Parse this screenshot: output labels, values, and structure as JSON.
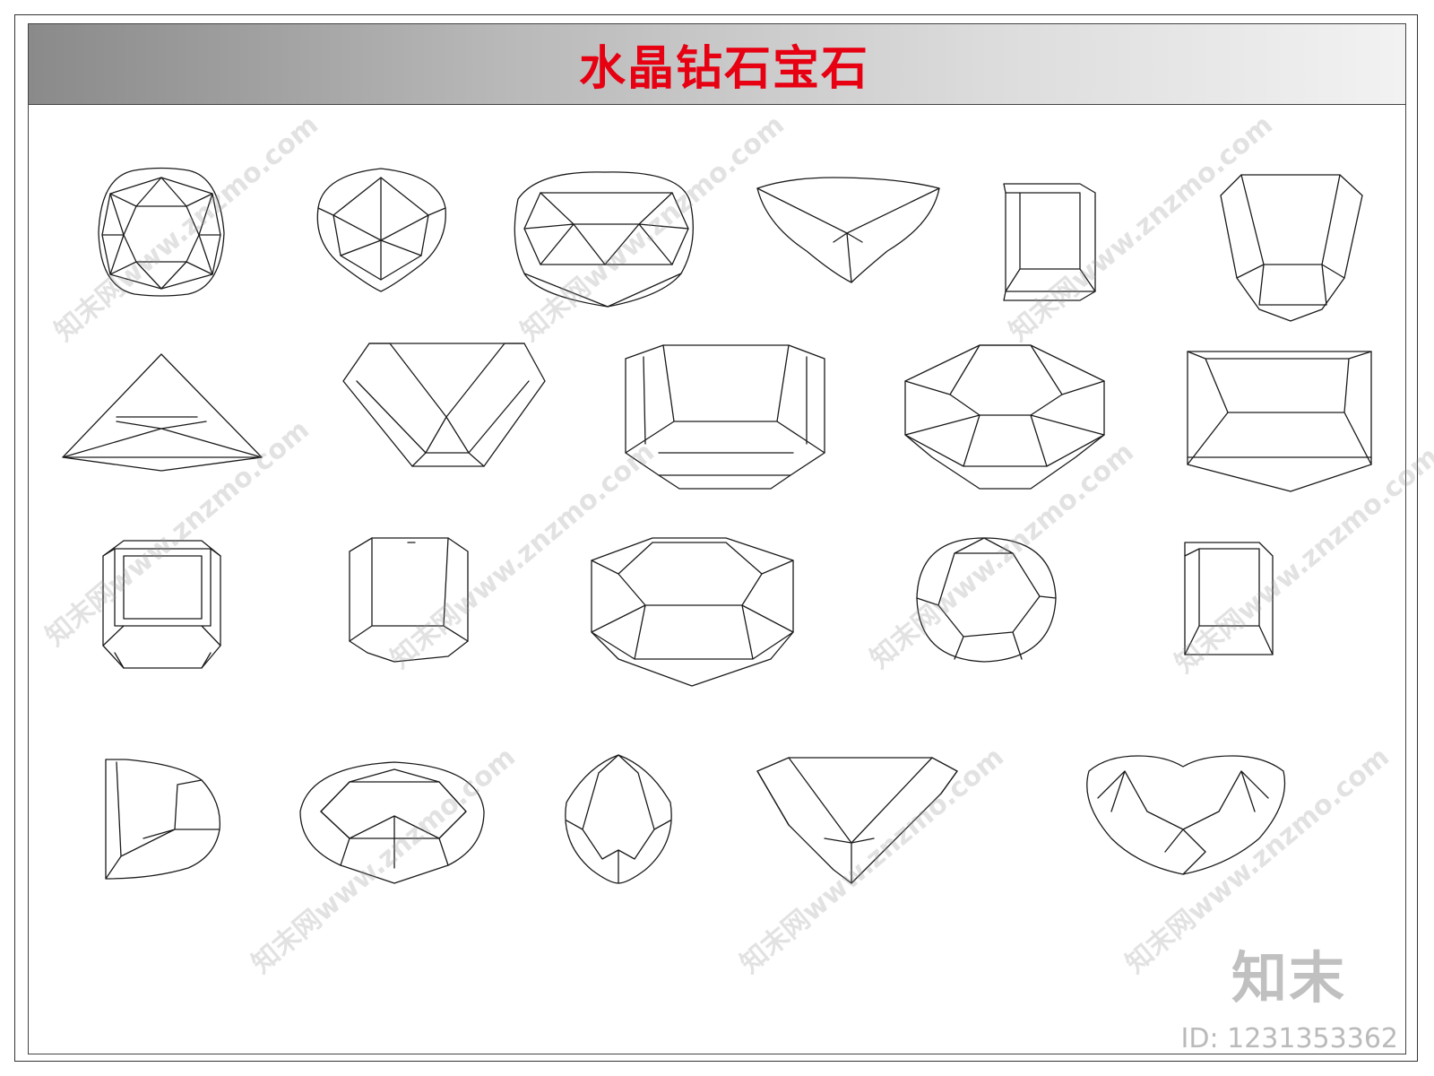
{
  "title": "水晶钻石宝石",
  "colors": {
    "title": "#e60012",
    "line": "#1a1a1a",
    "watermark": "#969696"
  },
  "watermark": {
    "text": "知末网www.znzmo.com",
    "brand": "知末",
    "id": "ID: 1231353362"
  },
  "gems": [
    {
      "name": "gem-cushion-round"
    },
    {
      "name": "gem-pear-top"
    },
    {
      "name": "gem-oval-crown"
    },
    {
      "name": "gem-trillion-curved"
    },
    {
      "name": "gem-emerald-tall"
    },
    {
      "name": "gem-fan-trapezoid"
    },
    {
      "name": "gem-triangle-flat"
    },
    {
      "name": "gem-trillion-step"
    },
    {
      "name": "gem-emerald-large"
    },
    {
      "name": "gem-octagon"
    },
    {
      "name": "gem-square-trap"
    },
    {
      "name": "gem-asscher"
    },
    {
      "name": "gem-rect-step"
    },
    {
      "name": "gem-long-octagon"
    },
    {
      "name": "gem-round"
    },
    {
      "name": "gem-baguette"
    },
    {
      "name": "gem-half-moon"
    },
    {
      "name": "gem-oval-brilliant"
    },
    {
      "name": "gem-pear-drop"
    },
    {
      "name": "gem-triangle-brilliant"
    },
    {
      "name": "gem-heart"
    }
  ]
}
